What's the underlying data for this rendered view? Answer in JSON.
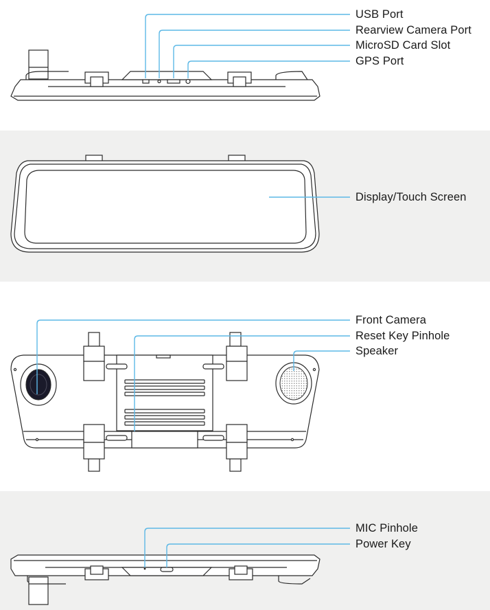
{
  "diagrams": {
    "top_edge": {
      "labels": [
        "USB Port",
        "Rearview Camera Port",
        "MicroSD Card Slot",
        "GPS Port"
      ]
    },
    "display": {
      "labels": [
        "Display/Touch Screen"
      ]
    },
    "back": {
      "labels": [
        "Front Camera",
        "Reset Key Pinhole",
        "Speaker"
      ]
    },
    "bottom_edge": {
      "labels": [
        "MIC Pinhole",
        "Power Key"
      ]
    }
  },
  "colors": {
    "callout_line": "#5cb8e6",
    "band_background": "#f0f0ef",
    "outline": "#2a2a2a"
  }
}
